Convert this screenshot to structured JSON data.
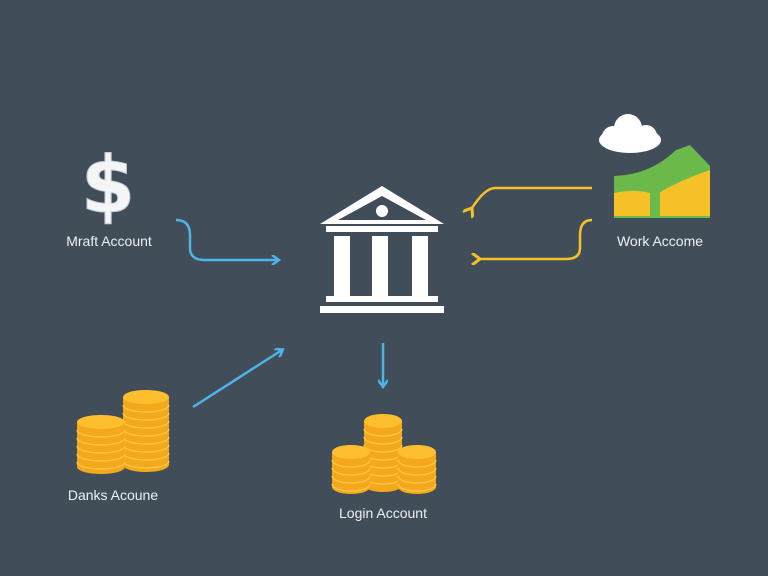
{
  "nodes": {
    "mraft": {
      "label": "Mraft Account",
      "icon": "dollar-sign-icon"
    },
    "work": {
      "label": "Work Accome",
      "icon": "cloud-money-icon"
    },
    "danks": {
      "label": "Danks Acoune",
      "icon": "coin-stack-icon"
    },
    "login": {
      "label": "Login Account",
      "icon": "coin-stack-icon"
    },
    "bank": {
      "icon": "bank-icon"
    }
  },
  "colors": {
    "background": "#414d59",
    "blue_arrow": "#4fb3e6",
    "yellow_arrow": "#f5c028",
    "coin": "#f9b322",
    "money_green": "#6bb94a",
    "white": "#ffffff"
  }
}
